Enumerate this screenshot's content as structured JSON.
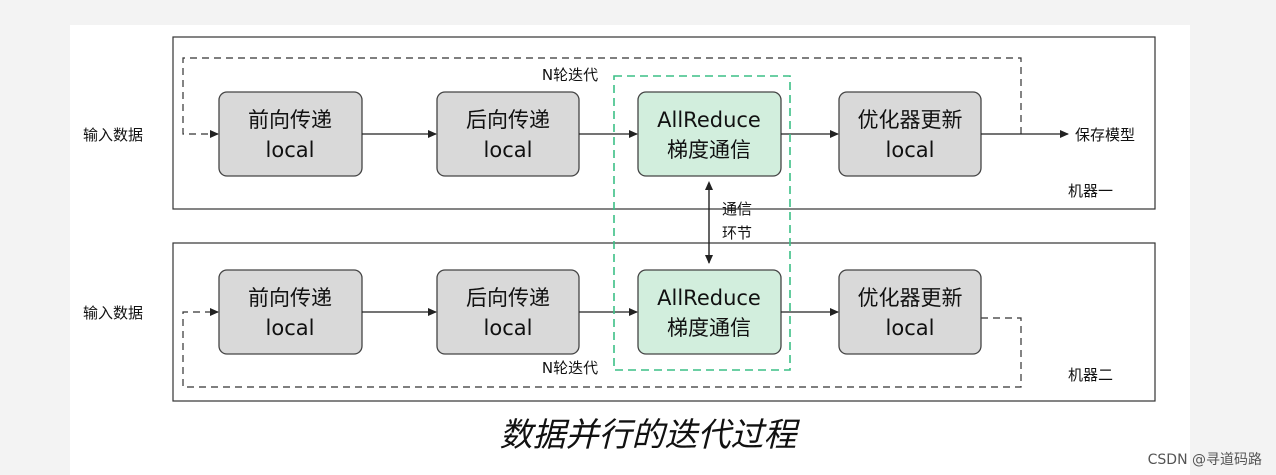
{
  "machine1": {
    "name": "机器一",
    "input_label": "输入数据",
    "output_label": "保存模型",
    "loop_label": "N轮迭代",
    "forward": [
      "前向传递",
      "local"
    ],
    "backward": [
      "后向传递",
      "local"
    ],
    "allreduce": [
      "AllReduce",
      "梯度通信"
    ],
    "optimizer": [
      "优化器更新",
      "local"
    ]
  },
  "machine2": {
    "name": "机器二",
    "input_label": "输入数据",
    "loop_label": "N轮迭代",
    "forward": [
      "前向传递",
      "local"
    ],
    "backward": [
      "后向传递",
      "local"
    ],
    "allreduce": [
      "AllReduce",
      "梯度通信"
    ],
    "optimizer": [
      "优化器更新",
      "local"
    ]
  },
  "comm_label": [
    "通信",
    "环节"
  ],
  "caption": "数据并行的迭代过程",
  "watermark": "CSDN @寻道码路",
  "colors": {
    "grey_box": "#d9d9d9",
    "green_box": "#d2eedd",
    "dashed_green": "#3cbf86"
  }
}
